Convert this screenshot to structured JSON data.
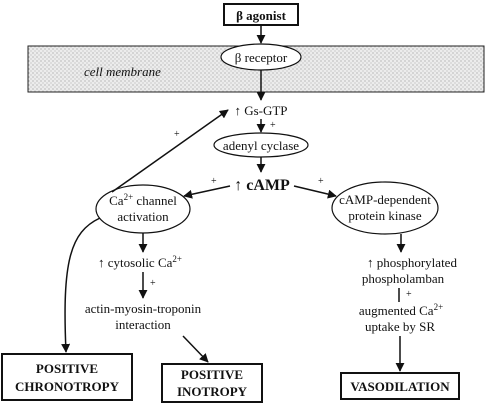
{
  "diagram": {
    "agonist": "β agonist",
    "receptor": "β receptor",
    "membrane": "cell membrane",
    "gs_gtp": "↑ Gs-GTP",
    "adenyl_cyclase": "adenyl cyclase",
    "camp": "↑ cAMP",
    "ca_channel_line1": "Ca",
    "ca_channel_sup": "2+",
    "ca_channel_line1b": " channel",
    "ca_channel_line2": "activation",
    "pka_line1": "cAMP-dependent",
    "pka_line2": "protein kinase",
    "cytosolic_prefix": "↑ cytosolic Ca",
    "cytosolic_sup": "2+",
    "actin_line1": "actin-myosin-troponin",
    "actin_line2": "interaction",
    "phospho_line1": "↑ phosphorylated",
    "phospho_line2": "phospholamban",
    "uptake_line1": "augmented Ca",
    "uptake_sup": "2+",
    "uptake_line2": "uptake by SR",
    "chronotropy_line1": "POSITIVE",
    "chronotropy_line2": "CHRONOTROPY",
    "inotropy_line1": "POSITIVE",
    "inotropy_line2": "INOTROPY",
    "vasodilation": "VASODILATION",
    "plus": "+"
  }
}
